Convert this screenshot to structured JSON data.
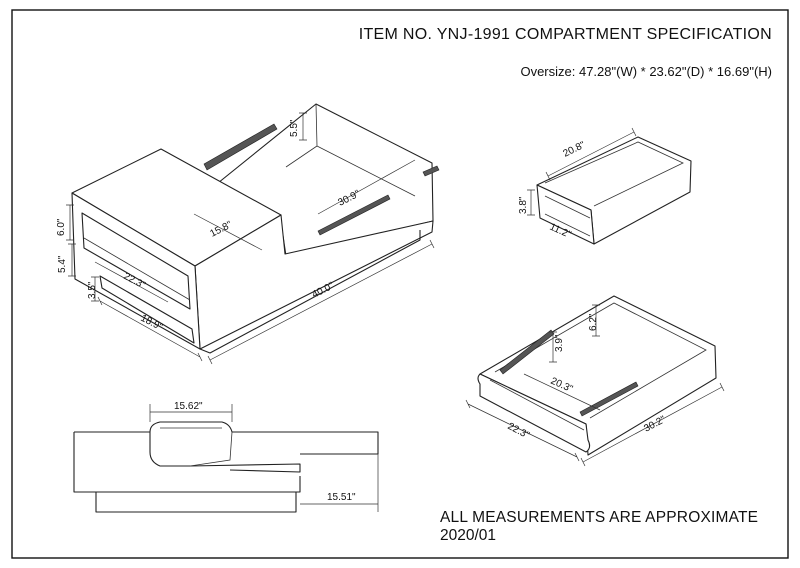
{
  "header": {
    "title": "ITEM NO. YNJ-1991 COMPARTMENT SPECIFICATION",
    "oversize": "Oversize: 47.28\"(W) * 23.62\"(D) * 16.69\"(H)"
  },
  "footer": {
    "note": "ALL MEASUREMENTS ARE APPROXIMATE",
    "date": "2020/01"
  },
  "table_view": {
    "dims": {
      "d55": "5.5\"",
      "d309": "30.9\"",
      "d158": "15.8\"",
      "d60": "6.0\"",
      "d54": "5.4\"",
      "d223": "22.3\"",
      "d35": "3.5\"",
      "d400": "40.0\"",
      "d189": "18.9\""
    }
  },
  "small_drawer": {
    "dims": {
      "d208": "20.8\"",
      "d38": "3.8\"",
      "d112": "11.2\""
    }
  },
  "large_drawer": {
    "dims": {
      "d62": "6.2\"",
      "d39": "3.9\"",
      "d203": "20.3\"",
      "d223": "22.3\"",
      "d302": "30.2\""
    }
  },
  "side_view": {
    "dims": {
      "d1562": "15.62\"",
      "d1551": "15.51\""
    }
  }
}
